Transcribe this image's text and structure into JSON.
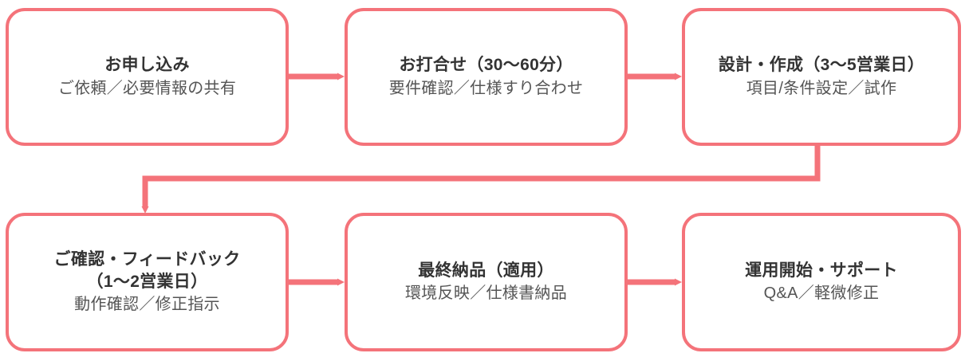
{
  "theme": {
    "accent": "#f4737a",
    "title_color": "#333333",
    "subtitle_color": "#555555",
    "background": "#ffffff"
  },
  "diagram": {
    "type": "process-flowchart",
    "orientation": "horizontal-snake",
    "rows": 2,
    "columns": 3,
    "step_count": 6,
    "steps": [
      {
        "index": 1,
        "title": "お申し込み",
        "subtitle": "ご依頼／必要情報の共有"
      },
      {
        "index": 2,
        "title": "お打合せ（30〜60分）",
        "subtitle": "要件確認／仕様すり合わせ"
      },
      {
        "index": 3,
        "title": "設計・作成（3〜5営業日）",
        "subtitle": "項目/条件設定／試作"
      },
      {
        "index": 4,
        "title": "ご確認・フィードバック\n（1〜2営業日）",
        "subtitle": "動作確認／修正指示"
      },
      {
        "index": 5,
        "title": "最終納品（適用）",
        "subtitle": "環境反映／仕様書納品"
      },
      {
        "index": 6,
        "title": "運用開始・サポート",
        "subtitle": "Q&A／軽微修正"
      }
    ],
    "connectors": [
      {
        "from": 1,
        "to": 2,
        "shape": "straight-right"
      },
      {
        "from": 2,
        "to": 3,
        "shape": "straight-right"
      },
      {
        "from": 3,
        "to": 4,
        "shape": "elbow-down-left"
      },
      {
        "from": 4,
        "to": 5,
        "shape": "straight-right"
      },
      {
        "from": 5,
        "to": 6,
        "shape": "straight-right"
      }
    ]
  }
}
